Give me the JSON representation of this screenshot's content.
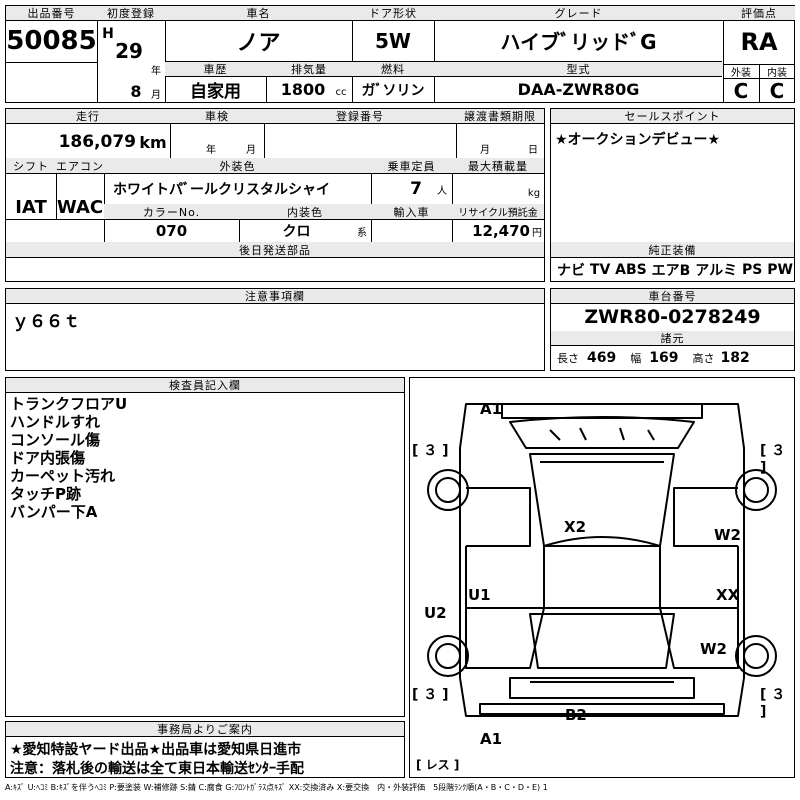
{
  "listing": {
    "lot_label": "出品番号",
    "lot_number": "50085",
    "first_reg_label": "初度登録",
    "era": "H",
    "year": "29",
    "year_unit": "年",
    "month": "8",
    "month_unit": "月",
    "car_name_label": "車名",
    "car_name": "ノア",
    "door_label": "ドア形状",
    "door": "5W",
    "grade_label": "グレード",
    "grade": "ハイブﾞリッドﾞG",
    "score_label": "評価点",
    "score": "RA",
    "history_label": "車歴",
    "history": "自家用",
    "displacement_label": "排気量",
    "displacement": "1800",
    "displacement_unit": "cc",
    "fuel_label": "燃料",
    "fuel": "ガﾞソリン",
    "model_label": "型式",
    "model": "DAA-ZWR80G",
    "exterior_label": "外装",
    "exterior": "C",
    "interior_label": "内装",
    "interior": "C"
  },
  "details": {
    "mileage_label": "走行",
    "mileage": "186,079",
    "mileage_unit": "km",
    "inspection_label": "車検",
    "inspection_year_unit": "年",
    "inspection_month_unit": "月",
    "plate_label": "登録番号",
    "transfer_label": "譲渡書類期限",
    "transfer_month_unit": "月",
    "transfer_day_unit": "日",
    "shift_label": "シフト",
    "shift": "IAT",
    "ac_label": "エアコン",
    "ac": "WAC",
    "color_label": "外装色",
    "color": "ホワイトパﾞールクリスタルシャイ",
    "capacity_label": "乗車定員",
    "capacity": "7",
    "capacity_unit": "人",
    "load_label": "最大積載量",
    "load_unit": "kg",
    "color_no_label": "カラーNo.",
    "color_no": "070",
    "interior_color_label": "内装色",
    "interior_color": "クロ",
    "interior_color_unit": "系",
    "import_label": "輸入車",
    "recycle_label": "リサイクル預託金",
    "recycle": "12,470",
    "recycle_unit": "円",
    "later_parts_label": "後日発送部品"
  },
  "sales": {
    "label": "セールスポイント",
    "text": "★オークションデビュー★",
    "equipment_label": "純正装備",
    "equipment": [
      "ナビ",
      "TV",
      "ABS",
      "エアB",
      "アルミ",
      "PS",
      "PW"
    ]
  },
  "notes": {
    "label": "注意事項欄",
    "text": "ｙ６６ｔ"
  },
  "chassis": {
    "label": "車台番号",
    "number": "ZWR80-0278249",
    "spec_label": "諸元",
    "length_label": "長さ",
    "length": "469",
    "width_label": "幅",
    "width": "169",
    "height_label": "高さ",
    "height": "182"
  },
  "inspector": {
    "label": "検査員記入欄",
    "items": [
      "トランクフロアU",
      "ハンドルすれ",
      "コンソール傷",
      "ドア内張傷",
      "カーペット汚れ",
      "タッチP跡",
      "バンパー下A"
    ]
  },
  "office": {
    "label": "事務局よりご案内",
    "line1": "★愛知特設ヤード出品★出品車は愛知県日進市",
    "line2": "注意：落札後の輸送は全て東日本輸送ｾﾝﾀｰ手配"
  },
  "diagram": {
    "marks": {
      "front": "A1",
      "rear": "A1",
      "roof": "X2",
      "right_front_door": "W2",
      "right_rear_door": "XX",
      "left_rear_door": "U1",
      "left_rear_quarter": "U2",
      "right_rear_quarter": "W2",
      "rear_bumper": "B2"
    },
    "tires": {
      "lf": "３",
      "rf": "３",
      "lr": "３",
      "rr": "３"
    },
    "spare": "レス"
  },
  "legend": "A:ｷｽﾞ U:ﾍｺﾐ B:ｷｽﾞを伴うﾍｺﾐ P:要塗装 W:補修跡 S:錆 C:腐食 G:ﾌﾛﾝﾄｶﾞﾗｽ点ｷｽﾞ XX:交換済み X:要交換　内・外装評価　5段階ﾗﾝｸ順(A・B・C・D・E) 1"
}
